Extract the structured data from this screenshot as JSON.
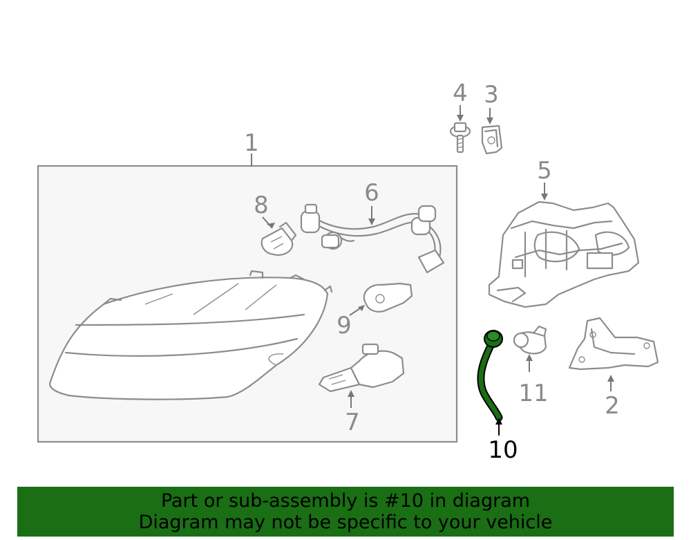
{
  "callouts": {
    "c1": "1",
    "c2": "2",
    "c3": "3",
    "c4": "4",
    "c5": "5",
    "c6": "6",
    "c7": "7",
    "c8": "8",
    "c9": "9",
    "c10": "10",
    "c11": "11"
  },
  "highlight": {
    "part": "10",
    "color": "#1a6e14"
  },
  "banner": {
    "line1": "Part or sub-assembly is #10 in diagram",
    "line2": "Diagram may not be specific to your vehicle"
  },
  "colors": {
    "line_art": "#8c8c8c",
    "banner_bg": "#1a6e14",
    "assembly_box_bg": "#f7f7f7"
  }
}
